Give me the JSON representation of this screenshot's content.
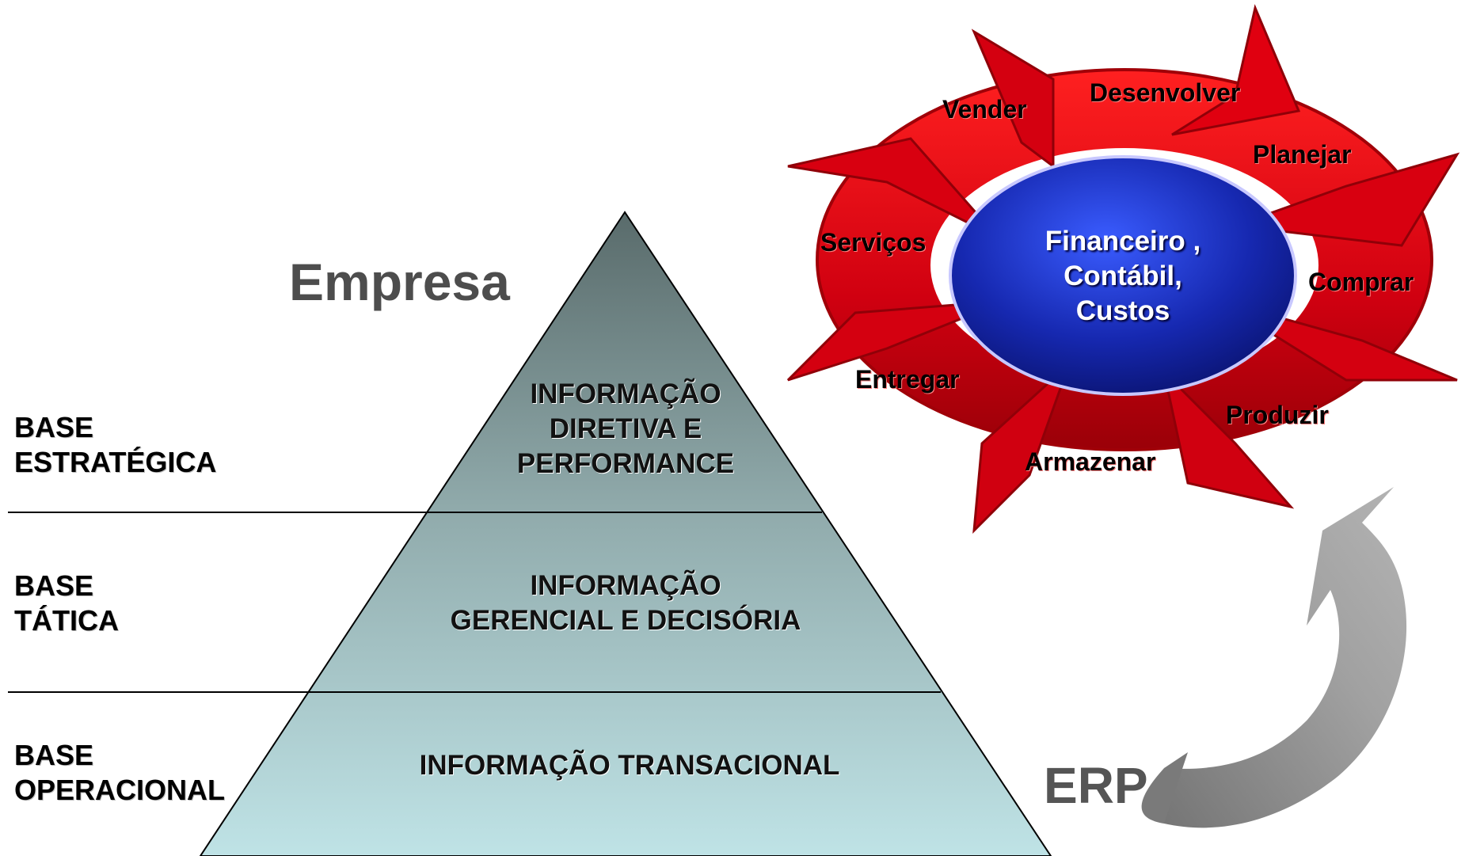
{
  "title": "Empresa",
  "erp_label": "ERP",
  "bases": [
    {
      "line1": "BASE",
      "line2": "ESTRATÉGICA"
    },
    {
      "line1": "BASE",
      "line2": "TÁTICA"
    },
    {
      "line1": "BASE",
      "line2": "OPERACIONAL"
    }
  ],
  "pyramid": {
    "top": [
      "INFORMAÇÃO",
      "DIRETIVA E",
      "PERFORMANCE"
    ],
    "middle": [
      "INFORMAÇÃO",
      "GERENCIAL E DECISÓRIA"
    ],
    "bottom": "INFORMAÇÃO TRANSACIONAL"
  },
  "cycle": {
    "center": [
      "Financeiro ,",
      "Contábil,",
      "Custos"
    ],
    "steps": [
      "Vender",
      "Desenvolver",
      "Planejar",
      "Comprar",
      "Produzir",
      "Armazenar",
      "Entregar",
      "Serviços"
    ]
  },
  "colors": {
    "arrow_red": "#e00010",
    "center_blue": "#1a2aa8",
    "pyramid_top": "#5c7070",
    "pyramid_bottom": "#b8dde0",
    "erp_arrow_gray": "#8a8a8a"
  }
}
